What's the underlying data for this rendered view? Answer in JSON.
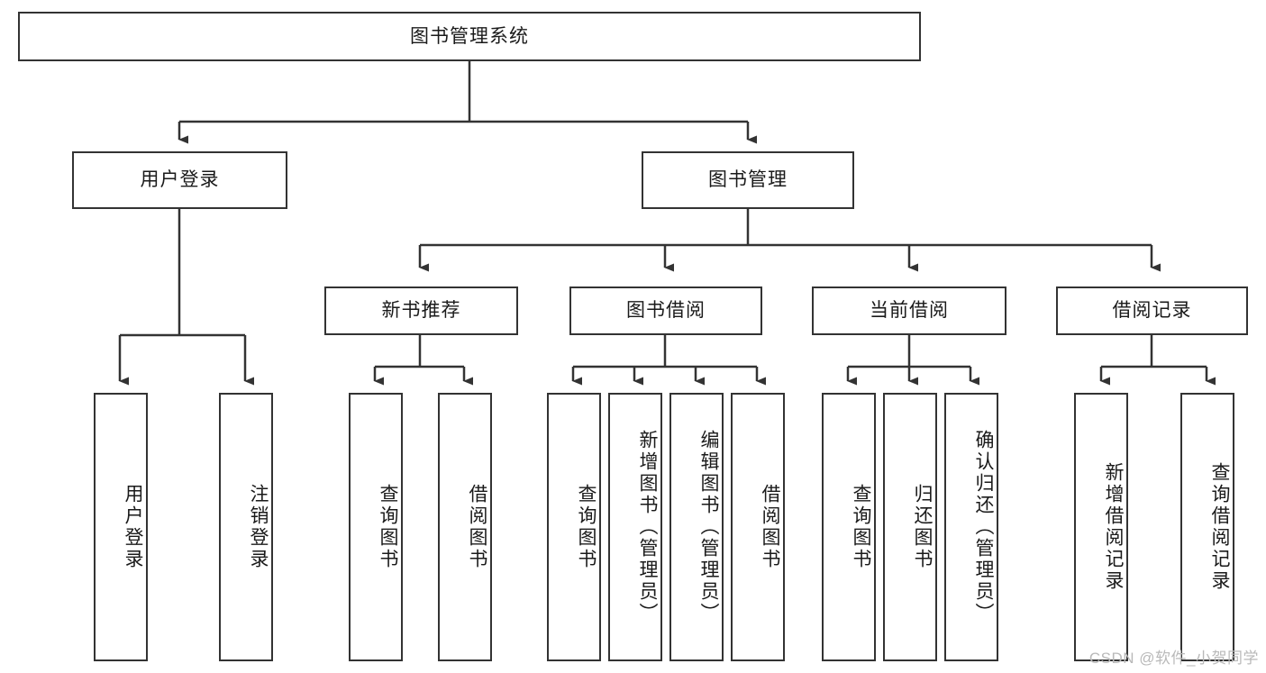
{
  "diagram": {
    "title": "图书管理系统",
    "type": "tree-hierarchy-chart",
    "watermark": "CSDN @软件_小贺同学",
    "colors": {
      "box_border": "#333333",
      "box_fill": "#ffffff",
      "connector": "#333333",
      "text": "#1a1a1a",
      "watermark": "#b9b9b9"
    },
    "root": {
      "label": "图书管理系统"
    },
    "level2": [
      {
        "id": "user-login",
        "label": "用户登录"
      },
      {
        "id": "book-manage",
        "label": "图书管理"
      }
    ],
    "level3": [
      {
        "id": "new-book-recommend",
        "label": "新书推荐"
      },
      {
        "id": "book-borrow",
        "label": "图书借阅"
      },
      {
        "id": "current-borrow",
        "label": "当前借阅"
      },
      {
        "id": "borrow-record",
        "label": "借阅记录"
      }
    ],
    "leaves": {
      "user-login": [
        {
          "id": "leaf-user-login",
          "label": "用户登录"
        },
        {
          "id": "leaf-logout",
          "label": "注销登录"
        }
      ],
      "new-book-recommend": [
        {
          "id": "leaf-query-book-1",
          "label": "查询图书"
        },
        {
          "id": "leaf-borrow-book-1",
          "label": "借阅图书"
        }
      ],
      "book-borrow": [
        {
          "id": "leaf-query-book-2",
          "label": "查询图书"
        },
        {
          "id": "leaf-add-book",
          "label": "新增图书（管理员）"
        },
        {
          "id": "leaf-edit-book",
          "label": "编辑图书（管理员）"
        },
        {
          "id": "leaf-borrow-book-2",
          "label": "借阅图书"
        }
      ],
      "current-borrow": [
        {
          "id": "leaf-query-book-3",
          "label": "查询图书"
        },
        {
          "id": "leaf-return-book",
          "label": "归还图书"
        },
        {
          "id": "leaf-confirm-return",
          "label": "确认归还（管理员）"
        }
      ],
      "borrow-record": [
        {
          "id": "leaf-add-record",
          "label": "新增借阅记录"
        },
        {
          "id": "leaf-query-record",
          "label": "查询借阅记录"
        }
      ]
    }
  }
}
